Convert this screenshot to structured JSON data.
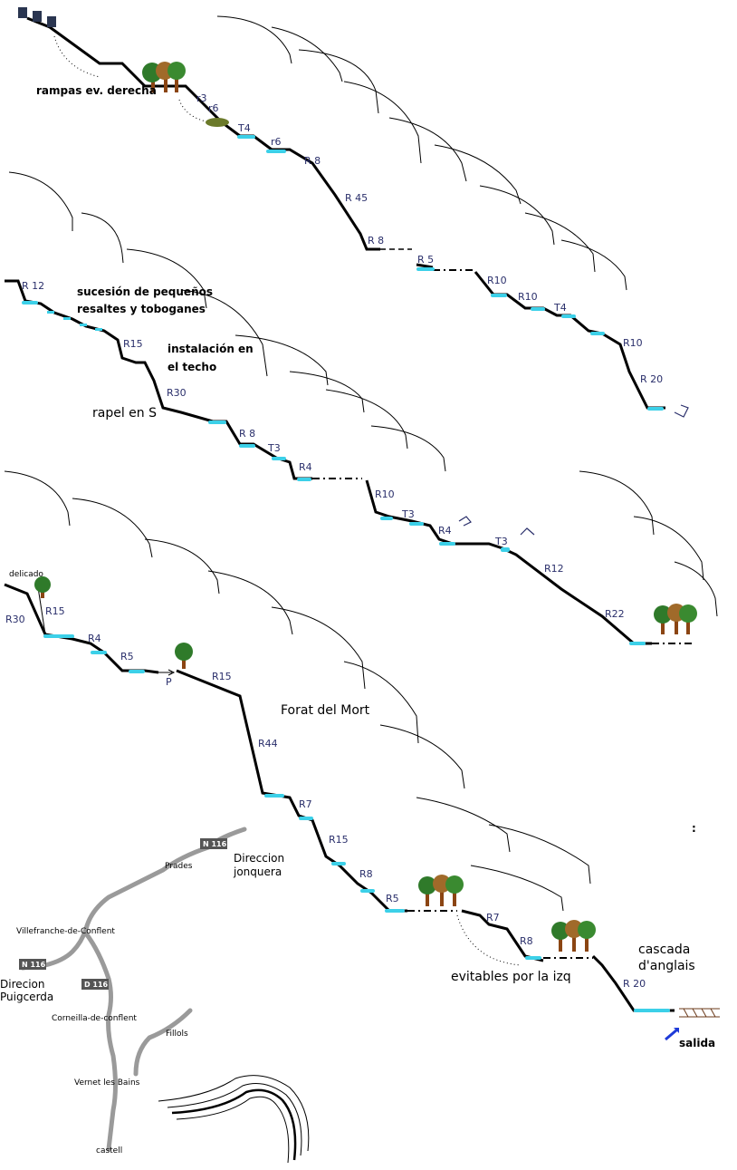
{
  "rows": [
    {
      "labels": [
        "r3",
        "r6",
        "T4",
        "r6",
        "R 8",
        "R 45",
        "R 8",
        "R 5",
        "R10",
        "R10",
        "T4",
        "R10",
        "R 20"
      ]
    },
    {
      "labels": [
        "R 12",
        "R15",
        "R30",
        "R 8",
        "T3",
        "R4",
        "R10",
        "T3",
        "R4",
        "T3",
        "R12",
        "R22"
      ]
    },
    {
      "labels": [
        "R30",
        "R15",
        "R4",
        "R5",
        "P",
        "R15",
        "R44",
        "R7",
        "R15",
        "R8",
        "R5",
        "R7",
        "R8",
        "R 20"
      ]
    }
  ],
  "annotations": {
    "rampas": "rampas ev. derecha",
    "sucesion_1": "sucesión de pequeños",
    "sucesion_2": "resaltes y toboganes",
    "instalacion_1": "instalación en",
    "instalacion_2": "el techo",
    "rapel": "rapel en S",
    "delicado": "delicado",
    "forat": "Forat del Mort",
    "evitables": "evitables por la izq",
    "cascada_1": "cascada",
    "cascada_2": "d'anglais",
    "salida": "salida",
    "colon": ":"
  },
  "map": {
    "direccion_1": "Direccion",
    "direccion_2": "jonquera",
    "prades": "Prades",
    "villefranche": "Villefranche-de-Conflent",
    "direcion_1": "Direcion",
    "direcion_2": "Puigcerda",
    "corneilla": "Corneilla-de-conflent",
    "fillols": "Fillols",
    "vernet": "Vernet les Bains",
    "castell": "castell",
    "roads": [
      "N 116",
      "N 116",
      "D 116"
    ]
  },
  "colors": {
    "pool": "#3cd0e8",
    "line": "#000000",
    "label": "#2a2f6b",
    "tree": "#2f7a2a",
    "trunk": "#8b4513",
    "arrow": "#1e3ad8"
  }
}
